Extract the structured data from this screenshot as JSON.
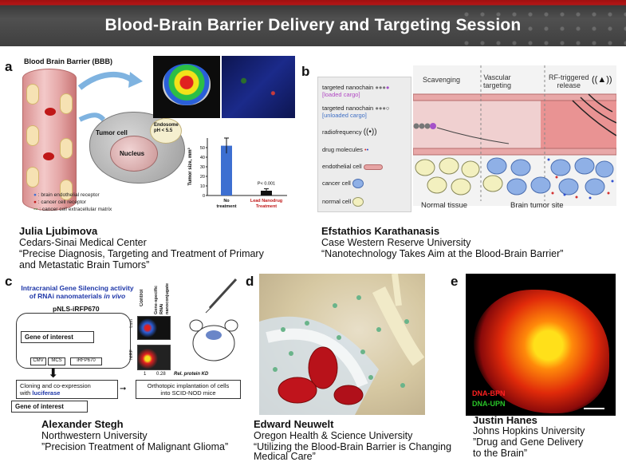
{
  "title": "Blood-Brain Barrier Delivery and Targeting Session",
  "panels": {
    "a": {
      "letter": "a",
      "heading": "Blood Brain Barrier (BBB)",
      "labels": {
        "tumor_cell": "Tumor cell",
        "nucleus": "Nucleus",
        "endosome": "Endosome",
        "endosome_ph": "pH < 5.5"
      },
      "legend": [
        "brain endothelial receptor",
        "cancer cell receptor",
        "cancer cell extracellular matrix"
      ],
      "presenter": {
        "name": "Julia Ljubimova",
        "institution": "Cedars-Sinai Medical Center",
        "talk_line1": "“Precise Diagnosis, Targeting and Treatment of Primary",
        "talk_line2": "and Metastatic Brain Tumors”"
      }
    },
    "b": {
      "letter": "b",
      "legend": {
        "loaded_title": "targeted nanochain",
        "loaded_tag": "[loaded cargo]",
        "unloaded_title": "targeted nanochain",
        "unloaded_tag": "[unloaded cargo]",
        "radiofrequency": "radiofrequency",
        "drug": "drug molecules",
        "endothelial": "endothelial cell",
        "cancer": "cancer cell",
        "normal": "normal cell"
      },
      "headings": {
        "scavenging": "Scavenging",
        "vascular1": "Vascular",
        "vascular2": "targeting",
        "rf1": "RF-triggered",
        "rf2": "release"
      },
      "captions": {
        "normal": "Normal tissue",
        "brain": "Brain tumor site"
      },
      "presenter": {
        "name": "Efstathios Karathanasis",
        "institution": "Case Western Reserve University",
        "talk": "“Nanotechnology Takes Aim at the Blood-Brain Barrier”"
      }
    },
    "c": {
      "letter": "c",
      "caption_line1": "Intracranial Gene Silencing activity",
      "caption_line2_a": "of RNAi nanomaterials ",
      "caption_line2_b": "in vivo",
      "plasmid": "pNLS-iRFP670",
      "gene_of_interest": "Gene of interest",
      "cmv": "CMV",
      "mcs": "MCS",
      "irfp": "iRFP670",
      "col_control": "Control",
      "col_conjugate1": "Gene-specific",
      "col_conjugate2": "RNAi nanoconjugate",
      "row_lum": "Lum",
      "row_nirf": "NIRF",
      "kd_1": "1",
      "kd_2": "0.28",
      "kd_label": "Rel. protein KD",
      "cloning_line1": "Cloning and co-expression",
      "cloning_line2_a": "with ",
      "cloning_line2_b": "luciferase",
      "implant_line1": "Orthotopic implantation of cells",
      "implant_line2": "into SCID-NOD mice",
      "presenter": {
        "name": "Alexander Stegh",
        "institution": "Northwestern University",
        "talk": "”Precision Treatment of Malignant Glioma”"
      }
    },
    "d": {
      "letter": "d",
      "presenter": {
        "name": "Edward Neuwelt",
        "institution": "Oregon Health & Science University",
        "talk_line1": "“Utilizing the Blood-Brain Barrier is Changing",
        "talk_line2": "Medical Care”"
      }
    },
    "e": {
      "letter": "e",
      "label_red": "DNA-BPN",
      "label_green": "DNA-UPN",
      "presenter": {
        "name": "Justin Hanes",
        "institution": "Johns Hopkins University",
        "talk_line1": "”Drug and Gene Delivery",
        "talk_line2": "to the Brain”"
      }
    }
  },
  "chart_data": {
    "type": "bar",
    "categories": [
      "No treatment",
      "Lead Nanodrug Treatment"
    ],
    "values": [
      52,
      5
    ],
    "errors": [
      8,
      2
    ],
    "ylabel": "Tumor size, mm³",
    "yticks": [
      0,
      10,
      20,
      30,
      40,
      50
    ],
    "ylim": [
      0,
      60
    ],
    "annotation": "P< 0.001",
    "colors": [
      "#3d6fd1",
      "#111111"
    ]
  }
}
